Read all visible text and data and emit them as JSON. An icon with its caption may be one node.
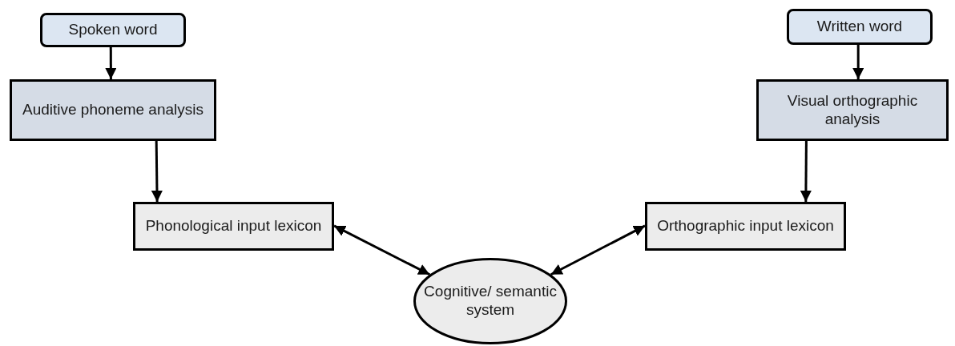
{
  "diagram": {
    "nodes": [
      {
        "text": [
          "Spoken word"
        ]
      },
      {
        "text": [
          "Auditive phoneme analysis"
        ]
      },
      {
        "text": [
          "Phonological input lexicon"
        ]
      },
      {
        "text": [
          "Cognitive/ semantic system"
        ]
      },
      {
        "text": [
          "Written word"
        ]
      },
      {
        "text": [
          "Visual orthographic analysis"
        ]
      },
      {
        "text": [
          "Orthographic input lexicon"
        ]
      }
    ],
    "edges": [
      {
        "from": 0,
        "to": 1,
        "arrow": "to"
      },
      {
        "from": 1,
        "to": 2,
        "arrow": "to"
      },
      {
        "from": 2,
        "to": 3,
        "arrow": "both"
      },
      {
        "from": 6,
        "to": 3,
        "arrow": "both"
      },
      {
        "from": 4,
        "to": 5,
        "arrow": "to"
      },
      {
        "from": 5,
        "to": 6,
        "arrow": "to"
      }
    ]
  }
}
